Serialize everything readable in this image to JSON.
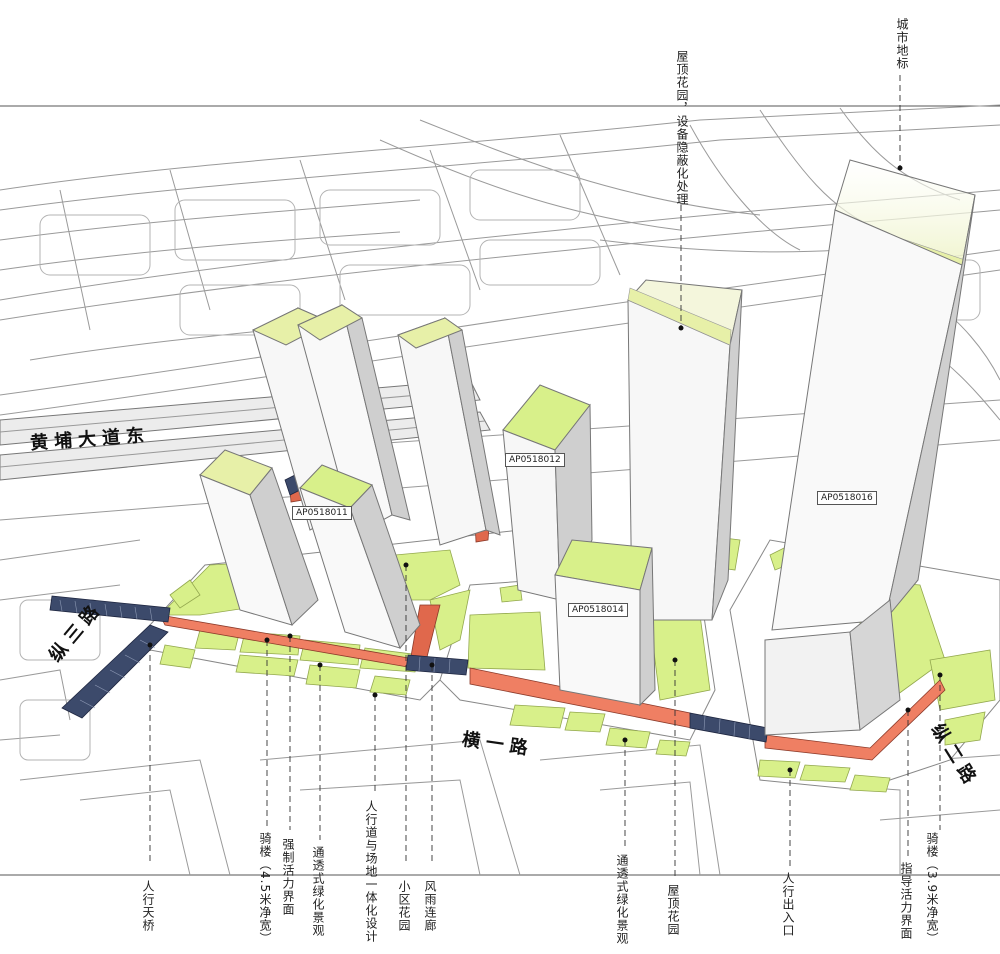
{
  "roads": {
    "huangpu": "黄埔大道东",
    "zongsan": "纵三路",
    "hengyi": "横一路",
    "zonger": "纵二路"
  },
  "plots": {
    "p011": "AP0518011",
    "p012": "AP0518012",
    "p014": "AP0518014",
    "p016": "AP0518016"
  },
  "top_labels": {
    "landmark": "城市地标",
    "roof_garden_equipment": "屋顶花园，设备隐蔽化处理"
  },
  "bottom_labels": {
    "pedestrian_bridge": "人行天桥",
    "arcade_left": "骑楼（4.5米净宽）",
    "active_frontage_mandatory": "强制活力界面",
    "permeable_green_left": "通透式绿化景观",
    "sidewalk_integration": "人行道与场地一体化设计",
    "community_garden": "小区花园",
    "covered_corridor": "风雨连廊",
    "permeable_green_right": "通透式绿化景观",
    "roof_garden": "屋顶花园",
    "pedestrian_entrance": "人行出入口",
    "active_frontage_guided": "指导活力界面",
    "arcade_right": "骑楼（3.9米净宽）"
  },
  "colors": {
    "green": "#d8f08a",
    "green_dark": "#b9d86a",
    "red_podium": "#ef7f63",
    "bridge": "#3c4a6b",
    "tower_light": "#f7f7f7",
    "tower_shade": "#cfcfcf"
  }
}
